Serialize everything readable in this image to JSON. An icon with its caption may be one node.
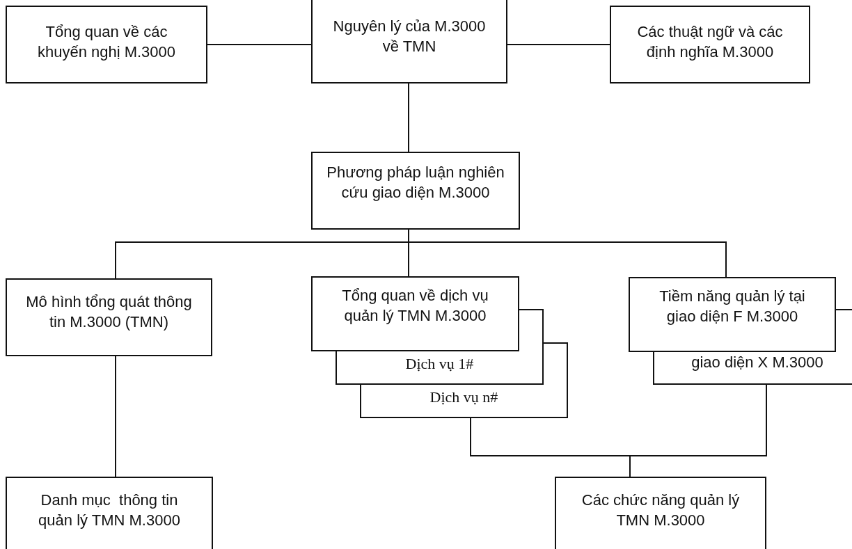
{
  "diagram": {
    "nodes": [
      {
        "text": [
          "Tổng quan về các khuyến nghị M.3000"
        ]
      },
      {
        "text": [
          "Nguyên lý của M.3000 về TMN"
        ]
      },
      {
        "text": [
          "Các thuật ngữ và các định nghĩa M.3000"
        ]
      },
      {
        "text": [
          "Phương pháp luận nghiên cứu giao diện M.3000"
        ]
      },
      {
        "text": [
          "Mô hình tổng quát thông tin M.3000 (TMN)"
        ]
      },
      {
        "text": [
          "Tổng quan về dịch vụ quản lý TMN M.3000"
        ]
      },
      {
        "text": [
          "Dịch vụ 1#"
        ]
      },
      {
        "text": [
          "Dịch vụ n#"
        ]
      },
      {
        "text": [
          "Tiềm năng quản lý tại giao diện F M.3000"
        ]
      },
      {
        "text": [
          "giao diện X M.3000"
        ]
      },
      {
        "text": [
          "Danh mục  thông tin quản lý TMN M.3000"
        ]
      },
      {
        "text": [
          "Các chức năng quản lý TMN M.3000"
        ]
      }
    ],
    "edges": [
      {
        "from": 0,
        "to": 1,
        "arrow": "none"
      },
      {
        "from": 1,
        "to": 2,
        "arrow": "none"
      },
      {
        "from": 1,
        "to": 3,
        "arrow": "none"
      },
      {
        "from": 3,
        "to": 4,
        "arrow": "none"
      },
      {
        "from": 3,
        "to": 5,
        "arrow": "none"
      },
      {
        "from": 3,
        "to": 8,
        "arrow": "none"
      },
      {
        "from": 4,
        "to": 10,
        "arrow": "none"
      },
      {
        "from": 7,
        "to": 11,
        "arrow": "none"
      },
      {
        "from": 9,
        "to": 11,
        "arrow": "none"
      }
    ]
  }
}
